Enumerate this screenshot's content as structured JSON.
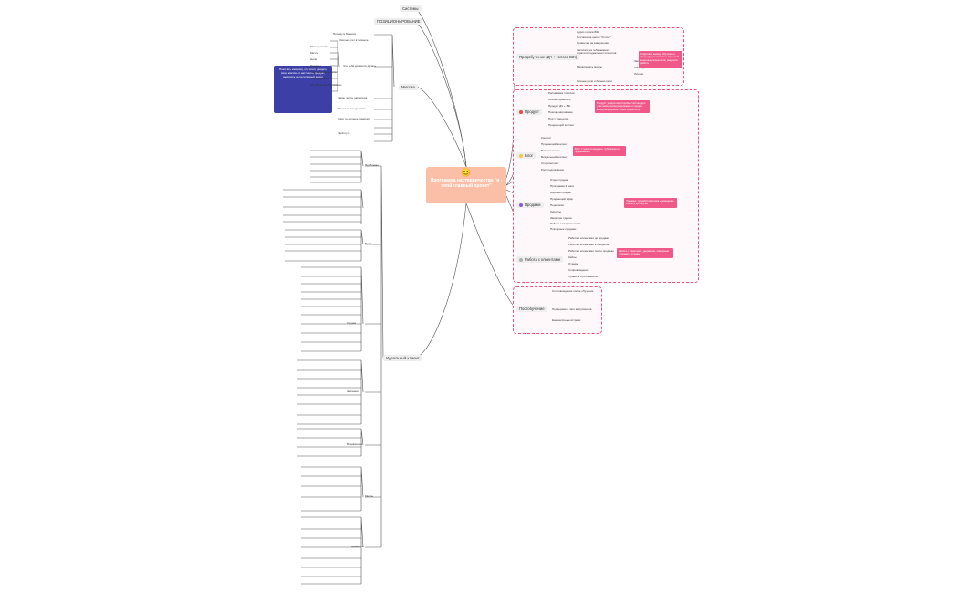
{
  "colors": {
    "root": "#fbbfa7",
    "frame": "#ef4f79",
    "note_pink": "#f0588a",
    "note_blue": "#3b3fa6",
    "line": "#555555"
  },
  "root": {
    "emoji": "😊",
    "title": "Программа наставничества \"я - свой главный проект\""
  },
  "top_branches": {
    "b1": "Системы",
    "b2": "ПОЗИЦИОНИРОВАНИЕ",
    "b3": "Миссия",
    "b4": "Идеальный клиент"
  },
  "right": {
    "predobuchenie": {
      "label": "Предобучение (ДЧ + голоса ВЖ)",
      "items": [
        "Аудио голоса ВЖ",
        "Постановка целей \"Я хочу\"",
        "Привычка на завершение",
        "Записать на тебя немного стратегий идеальных клиентов",
        "Маркировать мечты",
        "Замысел",
        "Обучение ДЧ",
        "Личные цели и бизнес-цели"
      ],
      "subitems": [
        "Заполнение",
        "Обсуждение",
        "Личное"
      ],
      "note": "Стартовая вывода обучения и предыдущих каналов и стратегий конечных результатов, результат работы"
    },
    "product": {
      "label": "Продукт",
      "icon": "red-dot-icon",
      "items": [
        "Распаковка / миссия",
        "Личные ценности",
        "Продукт ДЧ + ВЖ",
        "Позиционирование",
        "Пост / ориентир",
        "Продающий контент"
      ],
      "note": "Продукт: раскрытие потребностей каждого участника, позиционирования и продаж, выход на результат через проработку"
    },
    "blog": {
      "label": "Блог",
      "icon": "yellow-dot-icon",
      "items": [
        "Контент",
        "Продающий контент",
        "Вовлеченность",
        "Визуальный контент",
        "Сторителлинг",
        "Рост подписчиков"
      ],
      "note": "Блог: стратегия ведения, публикации и продвижения"
    },
    "sales": {
      "label": "Продажи",
      "icon": "purple-dot-icon",
      "items": [
        "Отдел продаж",
        "Программа 3 шага",
        "Воронки продаж",
        "Продающий эфир",
        "Переписки",
        "Скрипты",
        "Закрытие сделок",
        "Работа с возражениями",
        "Повторные продажи"
      ],
      "note": "Продажи: проработка этапов и доведение клиента до покупки"
    },
    "clients": {
      "label": "Работа с клиентами",
      "icon": "grey-dot-icon",
      "items": [
        "Работа с клиентами до продажи",
        "Работа с клиентами в процессе",
        "Работа с клиентами после продажи",
        "Кейсы",
        "Отзывы",
        "Сопровождение",
        "Правила и регламенты"
      ],
      "note": "Работа с клиентами: удержание, повторные продажи и отзывы"
    },
    "postobuchenie": {
      "label": "Постобучение",
      "items": [
        "Сопровождение после обучения",
        "Поддержка в чате выпускников",
        "Ежемесячные встречи"
      ]
    }
  },
  "mission": {
    "blue_note": "Помогать каждому, кто хочет увидеть свою миссию и настроить продукт, выходить на регулярный доход",
    "items": [
      "Почему в бизнесе",
      "Сколько лет в бизнесе",
      "Твои ценности",
      "Мечты",
      "Цели",
      "Ресурсы",
      "Что тебе нравится делать",
      "Чем можешь помочь",
      "Чем гордишься",
      "Что бы делал бесплатно",
      "Какие черты характера",
      "Зачем ты это делаешь",
      "Кому ты хочешь помогать",
      "Твой путь"
    ]
  },
  "ideal": {
    "groups": [
      "Проблемы",
      "Боли",
      "Страхи",
      "Желания",
      "Возражения",
      "Мечты",
      "Ценности"
    ]
  }
}
